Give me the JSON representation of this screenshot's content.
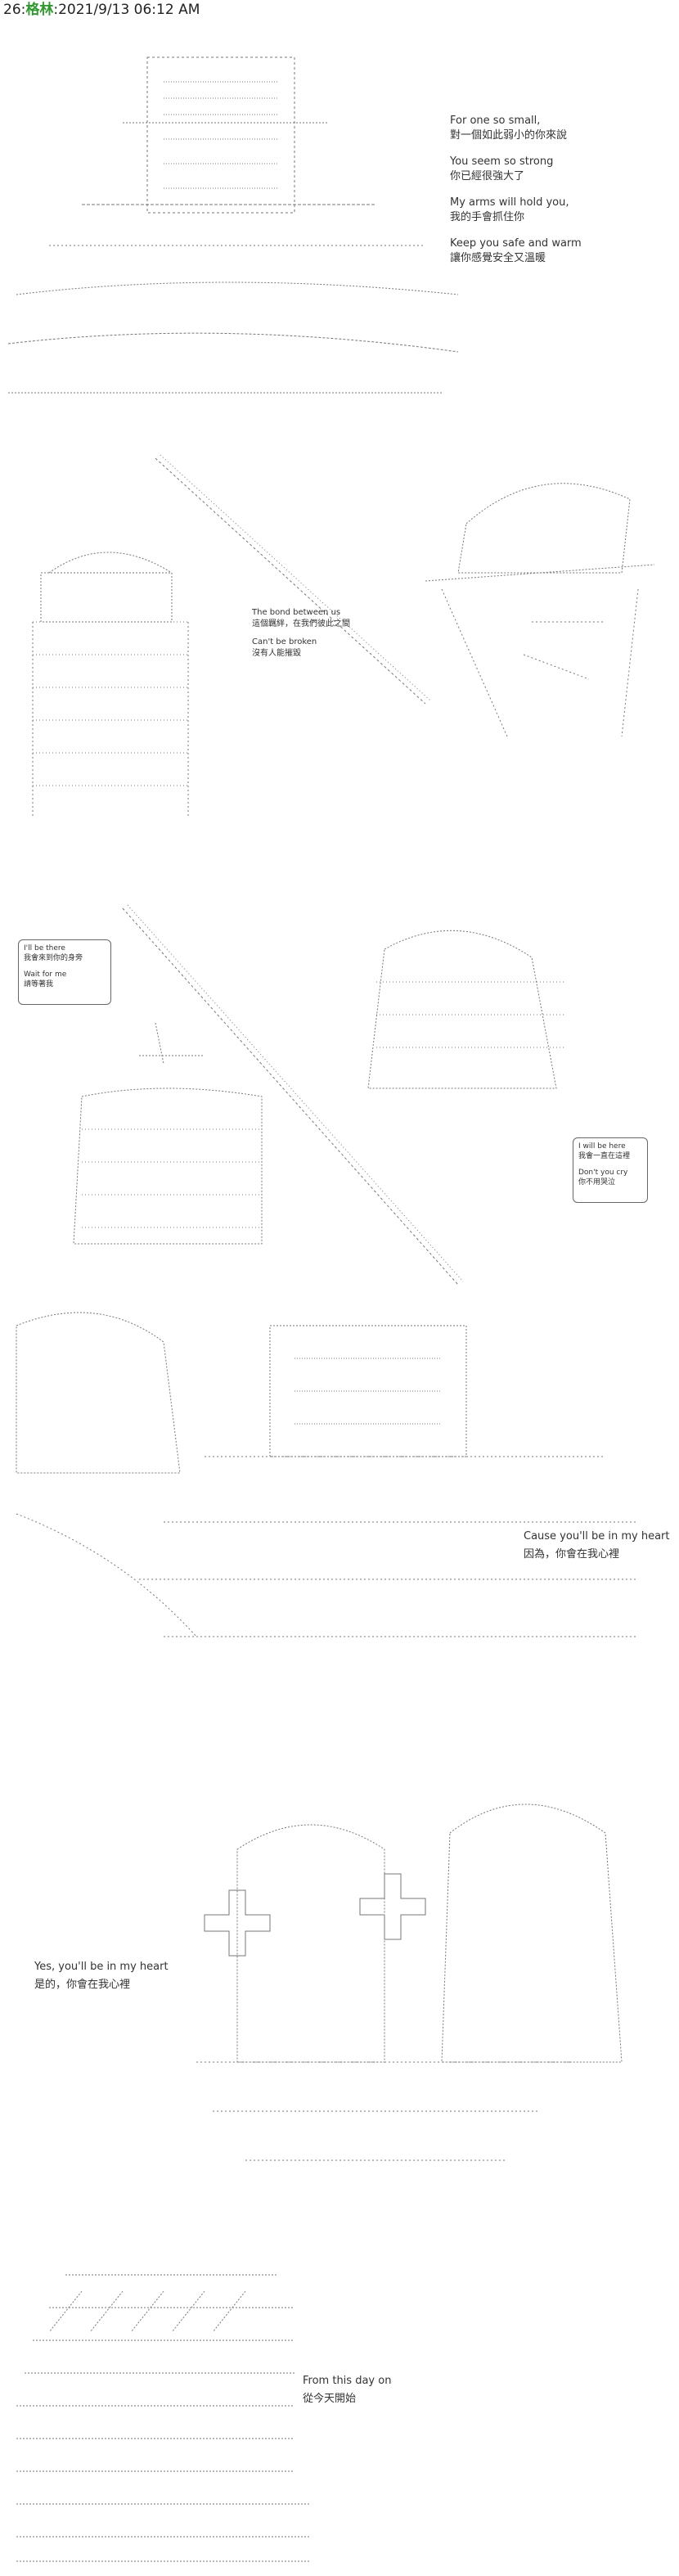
{
  "header": {
    "post_number": "26",
    "author": "格林",
    "timestamp": "2021/9/13 06:12 AM"
  },
  "panel1": {
    "lyrics": [
      {
        "en": "For one so small,",
        "cn": "對一個如此弱小的你來說"
      },
      {
        "en": "You seem so strong",
        "cn": "你已經很強大了"
      },
      {
        "en": "My arms will hold you,",
        "cn": "我的手會抓住你"
      },
      {
        "en": "Keep you safe and warm",
        "cn": "讓你感覺安全又溫暖"
      }
    ]
  },
  "panel2": {
    "lyrics": [
      {
        "en": "The bond between us",
        "cn": "這個羈絆，在我們彼此之間"
      },
      {
        "en": "Can't be broken",
        "cn": "沒有人能摧毀"
      }
    ]
  },
  "panel3": {
    "left_box": {
      "en1": "I'll be there",
      "cn1": "我會來到你的身旁",
      "en2": "Wait for me",
      "cn2": "請等著我"
    },
    "right_box": {
      "en1": "I will be here",
      "cn1": "我會一直在這裡",
      "en2": "Don't you cry",
      "cn2": "你不用哭泣"
    }
  },
  "panel4": {
    "lyric": {
      "en": "Cause you'll be in my heart",
      "cn": "因為，你會在我心裡"
    }
  },
  "panel5": {
    "lyric": {
      "en": "Yes, you'll be in my heart",
      "cn": "是的，你會在我心裡"
    }
  },
  "panel6": {
    "lyric": {
      "en": "From this day on",
      "cn": "從今天開始"
    }
  }
}
